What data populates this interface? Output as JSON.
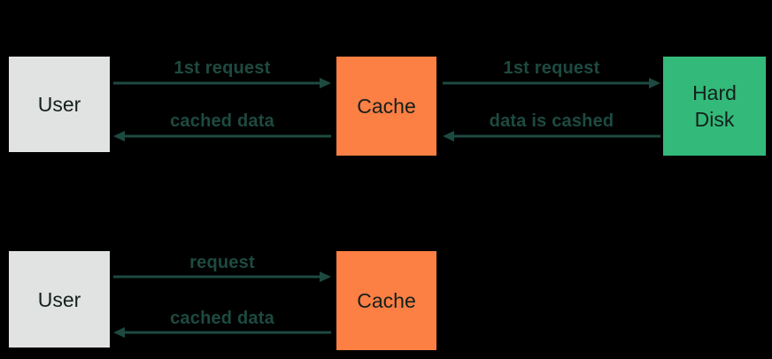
{
  "colors": {
    "background": "#000000",
    "box_gray": "#e1e2e2",
    "box_orange": "#fc7f44",
    "box_green": "#33b97a",
    "arrow": "#1d4a40",
    "label_text": "#1d4a40",
    "box_text": "#14201b"
  },
  "diagram": {
    "rows": [
      {
        "nodes": [
          {
            "label": "User",
            "color": "gray"
          },
          {
            "label": "Cache",
            "color": "orange"
          },
          {
            "label": "Hard\nDisk",
            "color": "green"
          }
        ],
        "edges": [
          {
            "label": "1st request",
            "from": "User",
            "to": "Cache",
            "direction": "right"
          },
          {
            "label": "cached data",
            "from": "Cache",
            "to": "User",
            "direction": "left"
          },
          {
            "label": "1st request",
            "from": "Cache",
            "to": "Hard Disk",
            "direction": "right"
          },
          {
            "label": "data is cashed",
            "from": "Hard Disk",
            "to": "Cache",
            "direction": "left"
          }
        ]
      },
      {
        "nodes": [
          {
            "label": "User",
            "color": "gray"
          },
          {
            "label": "Cache",
            "color": "orange"
          }
        ],
        "edges": [
          {
            "label": "request",
            "from": "User",
            "to": "Cache",
            "direction": "right"
          },
          {
            "label": "cached data",
            "from": "Cache",
            "to": "User",
            "direction": "left"
          }
        ]
      }
    ]
  }
}
